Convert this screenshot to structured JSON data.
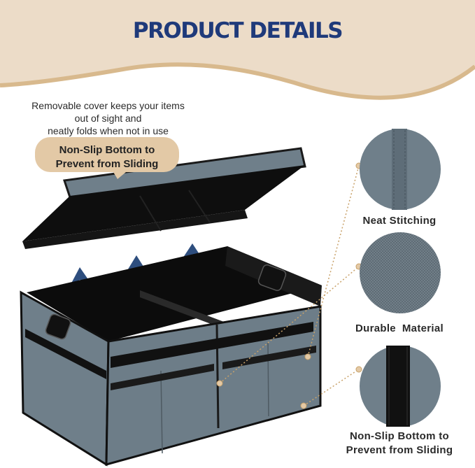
{
  "header": {
    "title": "PRODUCT DETAILS"
  },
  "lid_caption": {
    "lines": [
      "Removable cover keeps your items",
      "out of sight and",
      "neatly folds when not in use"
    ]
  },
  "bubble": {
    "lines": [
      "Non-Slip Bottom to",
      "Prevent from Sliding"
    ]
  },
  "features": [
    {
      "label": "Neat Stitching"
    },
    {
      "label": "Durable  Material"
    },
    {
      "label_lines": [
        "Non-Slip Bottom to",
        "Prevent from Sliding"
      ]
    }
  ],
  "colors": {
    "title": "#1f3a7a",
    "band": "#ecdcc8",
    "bubble": "#e3c9a6",
    "fabric": "#6f7f8a",
    "arrow": "#2e4e7e",
    "leader": "#c9a26a"
  }
}
